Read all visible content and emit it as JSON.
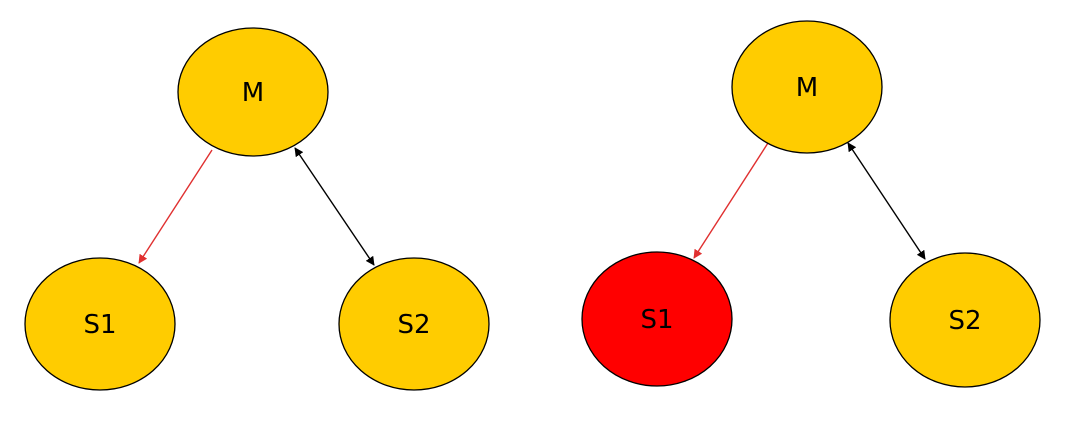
{
  "colors": {
    "node_fill": "#ffcc00",
    "node_highlight_fill": "#ff0000",
    "node_stroke": "#000000",
    "edge_red": "#e03030",
    "edge_black": "#000000",
    "background": "#ffffff"
  },
  "diagrams": [
    {
      "nodes": {
        "master": {
          "label": "M",
          "state": "normal"
        },
        "slave1": {
          "label": "S1",
          "state": "normal"
        },
        "slave2": {
          "label": "S2",
          "state": "normal"
        }
      },
      "edges": [
        {
          "from": "M",
          "to": "S1",
          "direction": "one-way",
          "color": "red"
        },
        {
          "from": "M",
          "to": "S2",
          "direction": "two-way",
          "color": "black"
        }
      ]
    },
    {
      "nodes": {
        "master": {
          "label": "M",
          "state": "normal"
        },
        "slave1": {
          "label": "S1",
          "state": "highlighted"
        },
        "slave2": {
          "label": "S2",
          "state": "normal"
        }
      },
      "edges": [
        {
          "from": "M",
          "to": "S1",
          "direction": "one-way",
          "color": "red"
        },
        {
          "from": "M",
          "to": "S2",
          "direction": "two-way",
          "color": "black"
        }
      ]
    }
  ]
}
